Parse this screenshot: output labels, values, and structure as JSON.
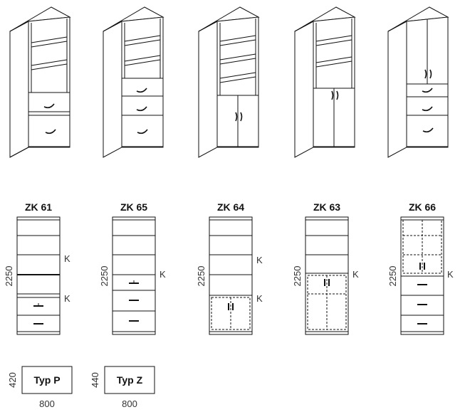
{
  "cabinets": [
    {
      "code": "ZK 61",
      "height_label": "2250",
      "k_marks": [
        "K",
        "K"
      ]
    },
    {
      "code": "ZK 65",
      "height_label": "2250",
      "k_marks": [
        "K"
      ]
    },
    {
      "code": "ZK 64",
      "height_label": "2250",
      "k_marks": [
        "K",
        "K"
      ]
    },
    {
      "code": "ZK 63",
      "height_label": "2250",
      "k_marks": [
        "K"
      ]
    },
    {
      "code": "ZK 66",
      "height_label": "2250",
      "k_marks": [
        "K"
      ]
    }
  ],
  "types": [
    {
      "label": "Typ P",
      "height_label": "420",
      "width_label": "800"
    },
    {
      "label": "Typ Z",
      "height_label": "440",
      "width_label": "800"
    }
  ]
}
